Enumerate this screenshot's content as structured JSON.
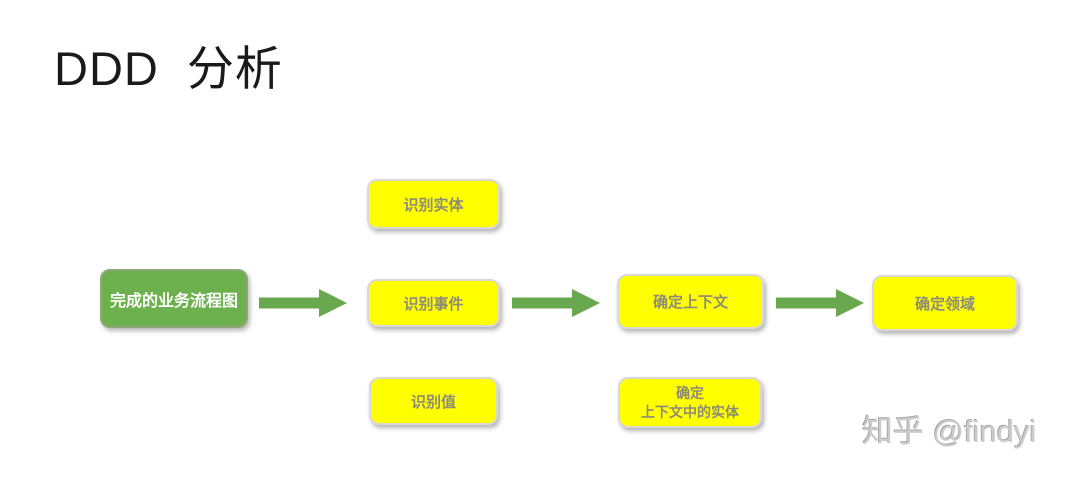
{
  "title": "DDD 分析",
  "watermark": "知乎 @findyi",
  "colors": {
    "box_yellow": "#ffff00",
    "box_green": "#6db14e",
    "arrow_green": "#6aa84f",
    "yellow_box_text": "#8e8b76",
    "green_box_text": "#ffffff"
  },
  "nodes": {
    "start": {
      "label": "完成的业务流程图"
    },
    "identify_entity": {
      "label": "识别实体"
    },
    "identify_event": {
      "label": "识别事件"
    },
    "identify_value": {
      "label": "识别值"
    },
    "define_context": {
      "label": "确定上下文"
    },
    "define_context_entities": {
      "label": "确定\n上下文中的实体"
    },
    "define_domain": {
      "label": "确定领域"
    }
  },
  "flow_order": "完成的业务流程图 → 识别事件 → 确定上下文 → 确定领域"
}
